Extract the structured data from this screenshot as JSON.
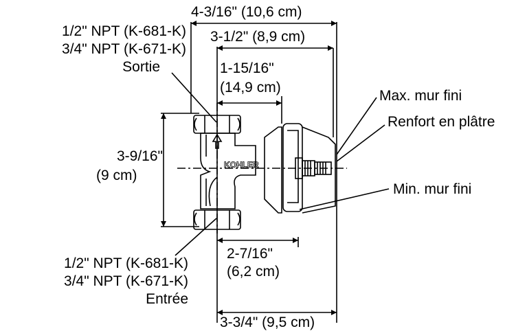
{
  "dimensions": {
    "overall_top": "4-3/16\" (10,6 cm)",
    "to_bracket": "3-1/2\" (8,9 cm)",
    "centerline_offset": "1-15/16\"",
    "centerline_offset_metric": "(14,9 cm)",
    "height": "3-9/16\"",
    "height_metric": "(9 cm)",
    "lower_offset": "2-7/16\"",
    "lower_offset_metric": "(6,2 cm)",
    "overall_bottom": "3-3/4\" (9,5 cm)"
  },
  "outlet": {
    "line1": "1/2\" NPT (K-681-K)",
    "line2": "3/4\" NPT (K-671-K)",
    "name": "Sortie"
  },
  "inlet": {
    "line1": "1/2\" NPT (K-681-K)",
    "line2": "3/4\" NPT (K-671-K)",
    "name": "Entrée"
  },
  "callouts": {
    "max_wall": "Max. mur fini",
    "plaster": "Renfort en plâtre",
    "min_wall": "Min. mur fini"
  },
  "brand": "KOHLER"
}
